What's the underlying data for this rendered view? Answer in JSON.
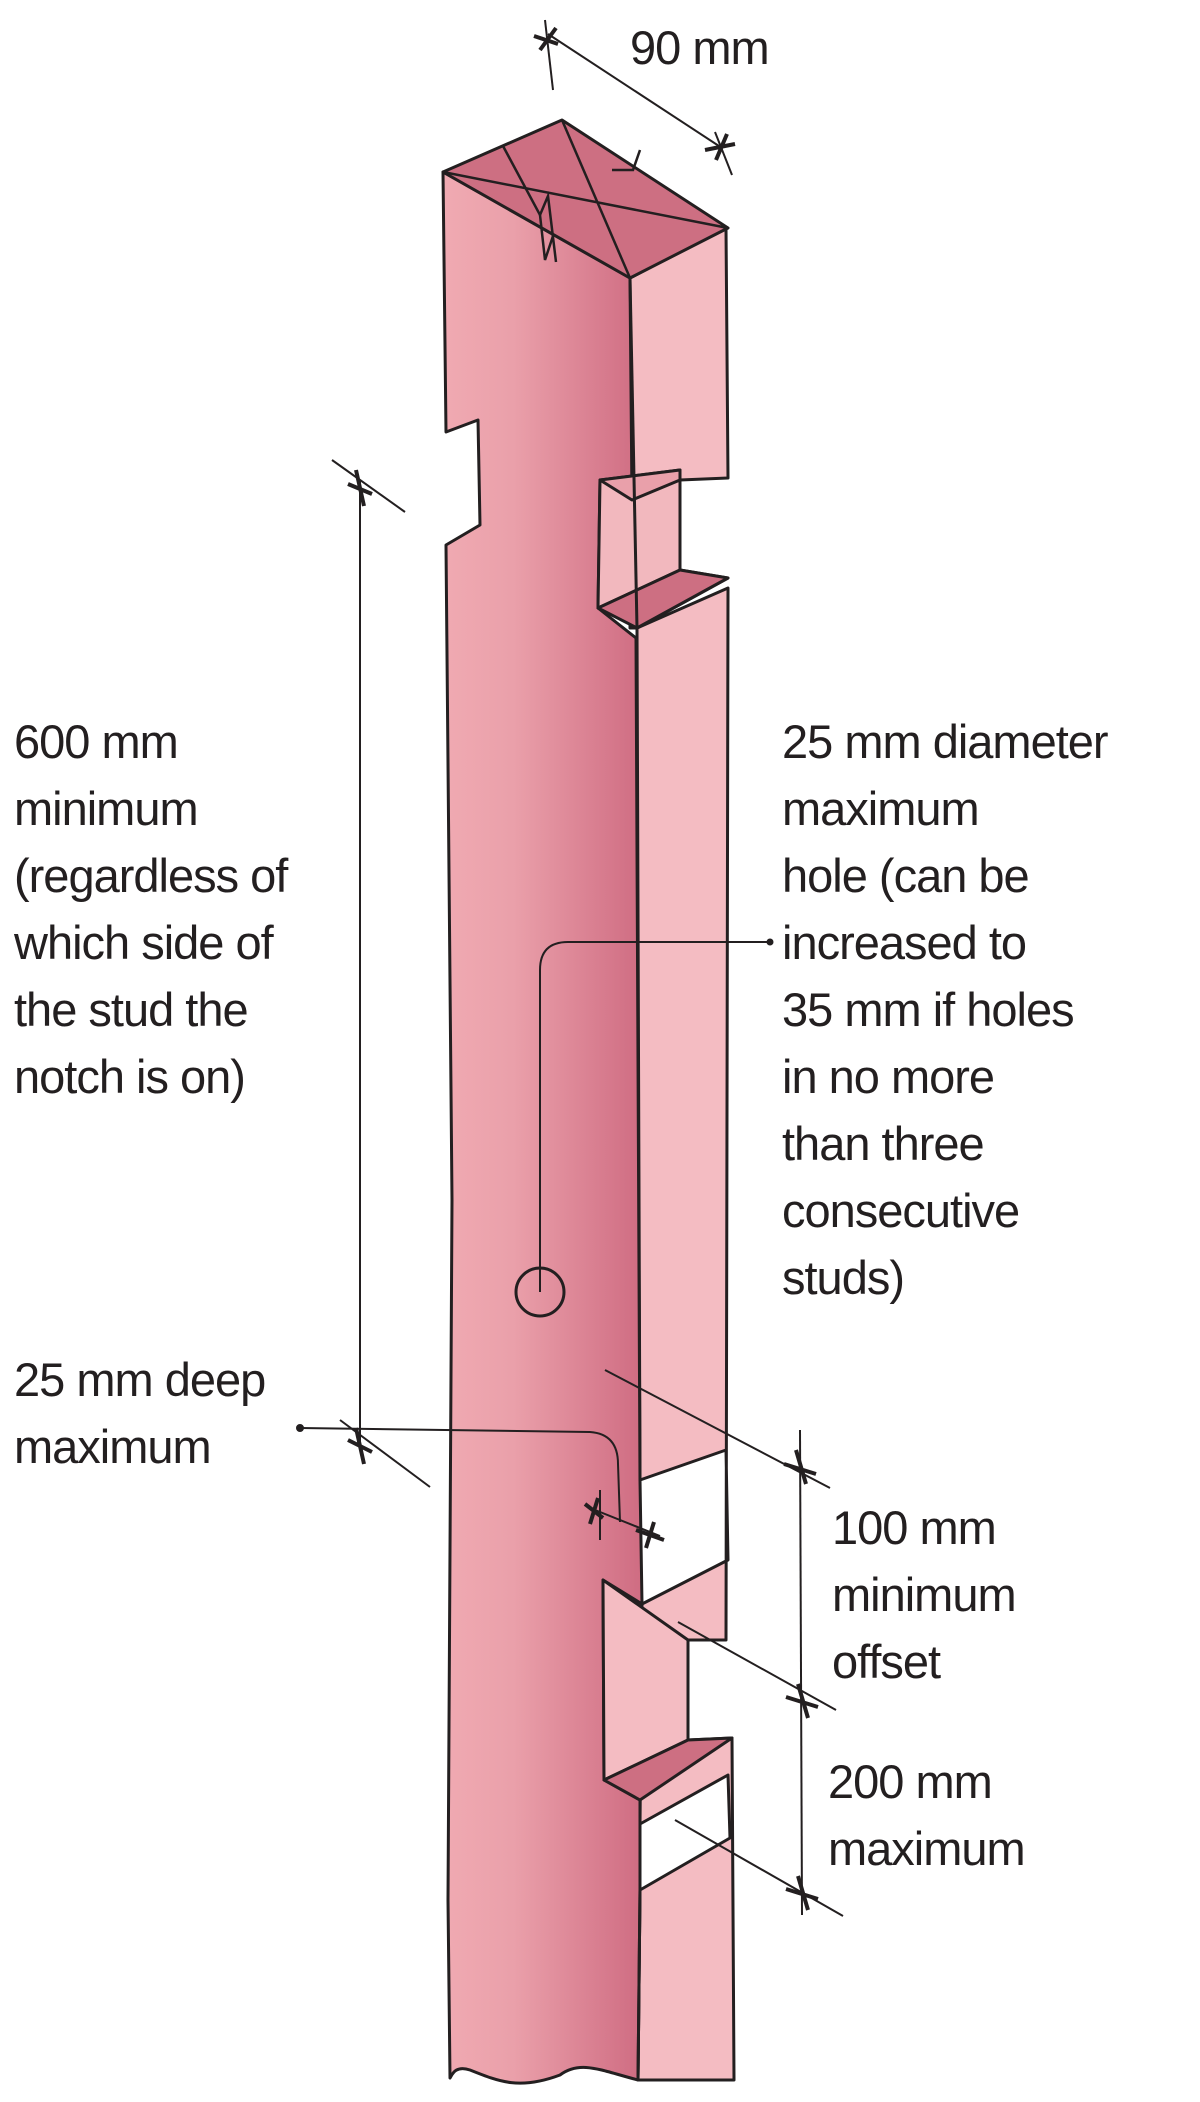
{
  "colors": {
    "stud_front_light": "#f0aab2",
    "stud_front_dark": "#cf6c82",
    "stud_side": "#f4bcc2",
    "stud_top": "#cd6f82",
    "outline": "#231f20",
    "text": "#231f20"
  },
  "labels": {
    "width": [
      "90 mm"
    ],
    "notch_spacing": [
      "600 mm",
      "minimum",
      "(regardless of",
      "which side of",
      "the stud the",
      "notch is on)"
    ],
    "hole": [
      "25 mm diameter",
      "maximum",
      "hole (can be",
      "increased to",
      "35 mm if holes",
      "in no more",
      "than three",
      "consecutive",
      "studs)"
    ],
    "notch_depth": [
      "25 mm deep",
      "maximum"
    ],
    "offset": [
      "100 mm",
      "minimum",
      "offset"
    ],
    "notch_length": [
      "200 mm",
      "maximum"
    ]
  }
}
